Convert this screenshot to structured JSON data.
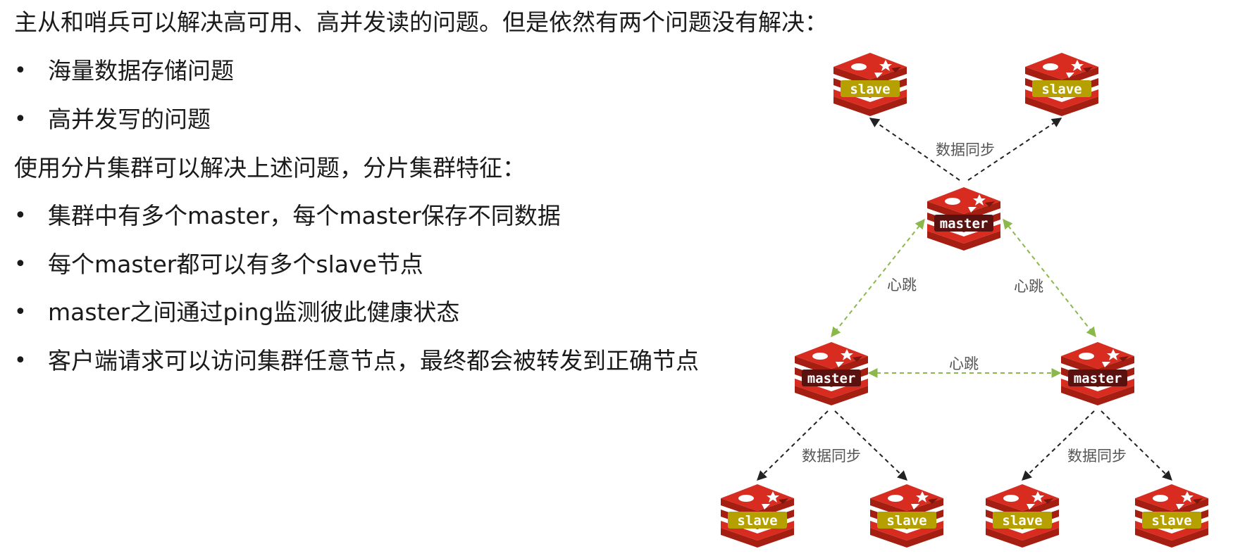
{
  "intro": "主从和哨兵可以解决高可用、高并发读的问题。但是依然有两个问题没有解决：",
  "problems": [
    "海量数据存储问题",
    "高并发写的问题"
  ],
  "solution": "使用分片集群可以解决上述问题，分片集群特征：",
  "features": [
    "集群中有多个master，每个master保存不同数据",
    "每个master都可以有多个slave节点",
    "master之间通过ping监测彼此健康状态",
    "客户端请求可以访问集群任意节点，最终都会被转发到正确节点"
  ],
  "bullet_char": "•",
  "diagram": {
    "labels": {
      "master": "master",
      "slave": "slave"
    },
    "edge_labels": {
      "sync": "数据同步",
      "heartbeat": "心跳"
    },
    "colors": {
      "redis_red": "#d82c20",
      "redis_dark": "#a41e11",
      "slave_band": "#b5a000",
      "master_band": "#5a1210",
      "sync_line": "#222222",
      "heartbeat_line": "#8bb84a",
      "edge_text": "#555555"
    }
  }
}
